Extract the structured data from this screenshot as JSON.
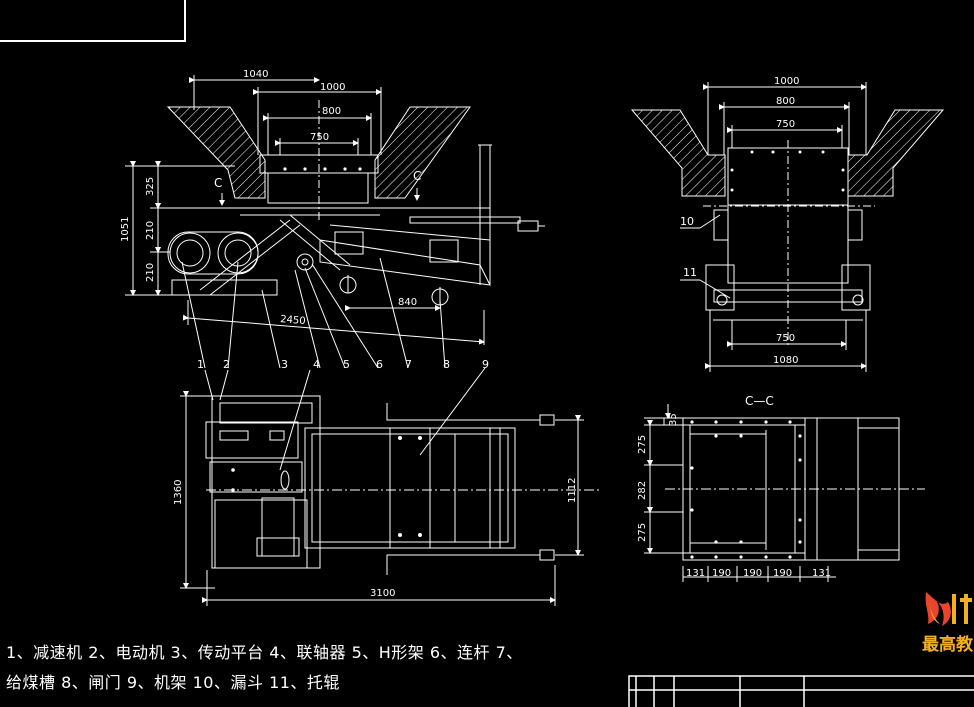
{
  "views": {
    "front": {
      "dims_top": [
        "1040",
        "1000",
        "800",
        "750"
      ],
      "dims_left": [
        "1051",
        "325",
        "210",
        "210"
      ],
      "dims_bottom": [
        "2450",
        "840"
      ],
      "section_marks": [
        "C",
        "C"
      ],
      "parts": [
        "1",
        "2",
        "3",
        "4",
        "5",
        "6",
        "7",
        "8",
        "9"
      ]
    },
    "side": {
      "dims_top": [
        "1000",
        "800",
        "750"
      ],
      "dims_bottom": [
        "750",
        "1080"
      ],
      "parts": [
        "10",
        "11"
      ]
    },
    "plan": {
      "dim_left": "1360",
      "dim_right": "1112",
      "dim_bottom": "3100"
    },
    "section": {
      "title": "C—C",
      "dim_tiny": "35",
      "dims_left": [
        "275",
        "282",
        "275"
      ],
      "dims_bottom": [
        "131",
        "190",
        "190",
        "190",
        "131"
      ]
    }
  },
  "legend": {
    "line1": "1、减速机 2、电动机 3、传动平台 4、联轴器 5、H形架 6、连杆 7、",
    "line2": "给煤槽 8、闸门 9、机架 10、漏斗 11、托辊"
  },
  "watermark": {
    "text": "最高教"
  }
}
